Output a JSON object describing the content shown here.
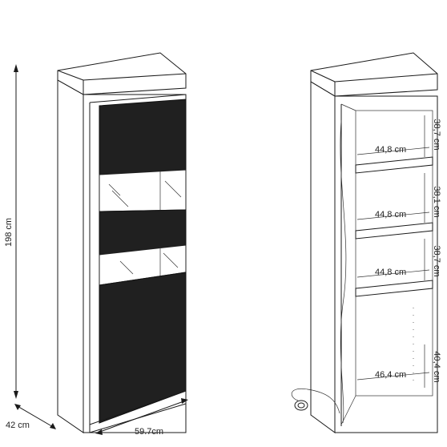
{
  "dimensions": {
    "height": "198 cm",
    "depth": "42 cm",
    "width": "59.7cm"
  },
  "interior": {
    "shelf_widths": [
      "44,8 cm",
      "44,8 cm",
      "44,8 cm",
      "46,4 cm"
    ],
    "compartment_heights": [
      "38,7 cm",
      "38,1 cm",
      "38,7 cm",
      "40,4 cm"
    ]
  },
  "colors": {
    "door": "#202020",
    "outline": "#1a1a1a"
  }
}
